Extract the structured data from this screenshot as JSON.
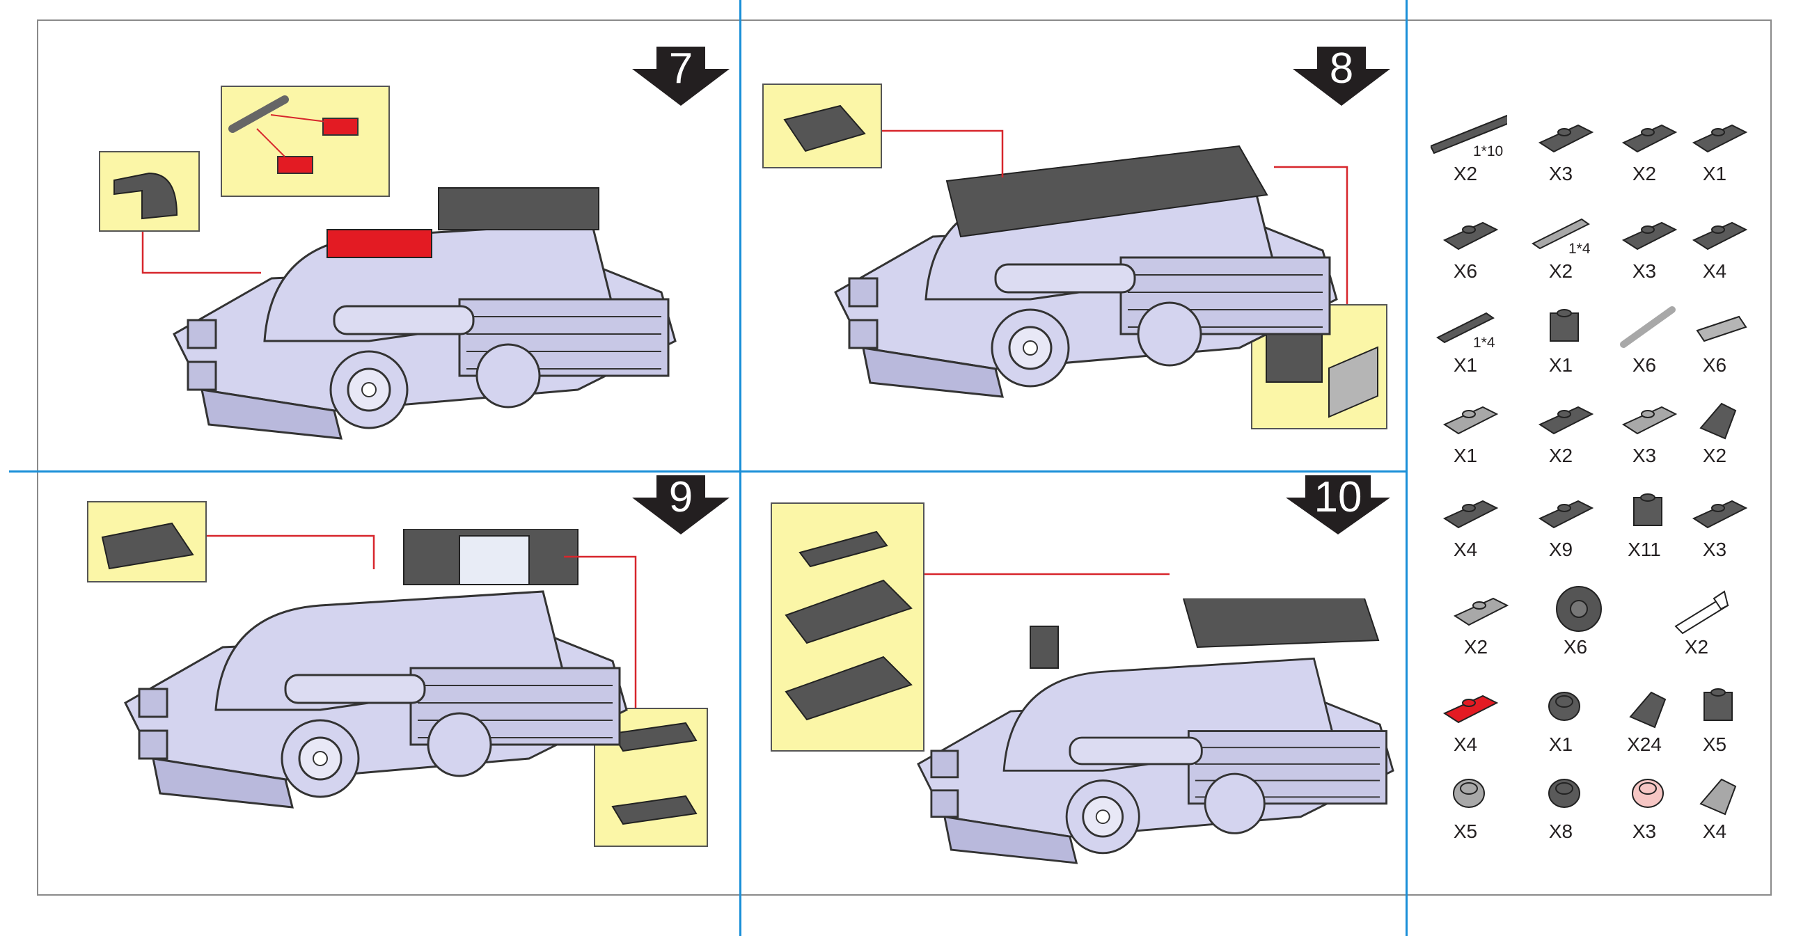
{
  "steps": [
    {
      "number": "7"
    },
    {
      "number": "8"
    },
    {
      "number": "9"
    },
    {
      "number": "10"
    }
  ],
  "colors": {
    "divider": "#1a8fd8",
    "callout_bg": "#fbf6a7",
    "model": "#d4d4ef",
    "dark_part": "#555555",
    "red_part": "#e31b23",
    "arrow": "#d7262c"
  },
  "parts": {
    "rows": [
      [
        {
          "qty": "X2",
          "size": "1*10",
          "shape": "plate-long",
          "color": "#5a5a5a"
        },
        {
          "qty": "X3",
          "shape": "bracket",
          "color": "#5a5a5a"
        },
        {
          "qty": "X2",
          "shape": "brick",
          "color": "#5a5a5a"
        },
        {
          "qty": "X1",
          "shape": "plate",
          "color": "#5a5a5a"
        }
      ],
      [
        {
          "qty": "X6",
          "shape": "plate-wide",
          "color": "#5a5a5a"
        },
        {
          "qty": "X2",
          "size": "1*4",
          "shape": "tile",
          "color": "#a8a8a8"
        },
        {
          "qty": "X3",
          "shape": "plate-pins",
          "color": "#5a5a5a"
        },
        {
          "qty": "X4",
          "shape": "plate",
          "color": "#5a5a5a"
        }
      ],
      [
        {
          "qty": "X1",
          "size": "1*4",
          "shape": "tile",
          "color": "#5a5a5a"
        },
        {
          "qty": "X1",
          "shape": "bracket-cube",
          "color": "#5a5a5a"
        },
        {
          "qty": "X6",
          "shape": "bar",
          "color": "#a8a8a8"
        },
        {
          "qty": "X6",
          "shape": "grille",
          "color": "#b5b5b5"
        }
      ],
      [
        {
          "qty": "X1",
          "shape": "handle",
          "color": "#a8a8a8"
        },
        {
          "qty": "X2",
          "shape": "curve",
          "color": "#5a5a5a"
        },
        {
          "qty": "X3",
          "shape": "handle",
          "color": "#a8a8a8"
        },
        {
          "qty": "X2",
          "shape": "slope",
          "color": "#5a5a5a"
        }
      ],
      [
        {
          "qty": "X4",
          "shape": "clip",
          "color": "#5a5a5a"
        },
        {
          "qty": "X9",
          "shape": "plate",
          "color": "#5a5a5a"
        },
        {
          "qty": "X11",
          "shape": "cube",
          "color": "#5a5a5a"
        },
        {
          "qty": "X3",
          "shape": "jumper",
          "color": "#5a5a5a"
        }
      ],
      [
        {
          "qty": "X2",
          "shape": "clip",
          "color": "#a8a8a8"
        },
        {
          "qty": "X6",
          "shape": "tire",
          "color": "#555555"
        },
        {
          "qty": "X2",
          "shape": "panel",
          "color": "#ffffff"
        }
      ],
      [
        {
          "qty": "X4",
          "shape": "clip",
          "color": "#e31b23"
        },
        {
          "qty": "X1",
          "shape": "round-brick",
          "color": "#5a5a5a"
        },
        {
          "qty": "X24",
          "shape": "slope",
          "color": "#5a5a5a"
        },
        {
          "qty": "X5",
          "shape": "cube",
          "color": "#5a5a5a"
        }
      ],
      [
        {
          "qty": "X5",
          "shape": "round-plate",
          "color": "#a8a8a8"
        },
        {
          "qty": "X8",
          "shape": "round-plate",
          "color": "#5a5a5a"
        },
        {
          "qty": "X3",
          "shape": "round-plate",
          "color": "#f6c6c4"
        },
        {
          "qty": "X4",
          "shape": "slope",
          "color": "#a8a8a8"
        }
      ]
    ]
  }
}
